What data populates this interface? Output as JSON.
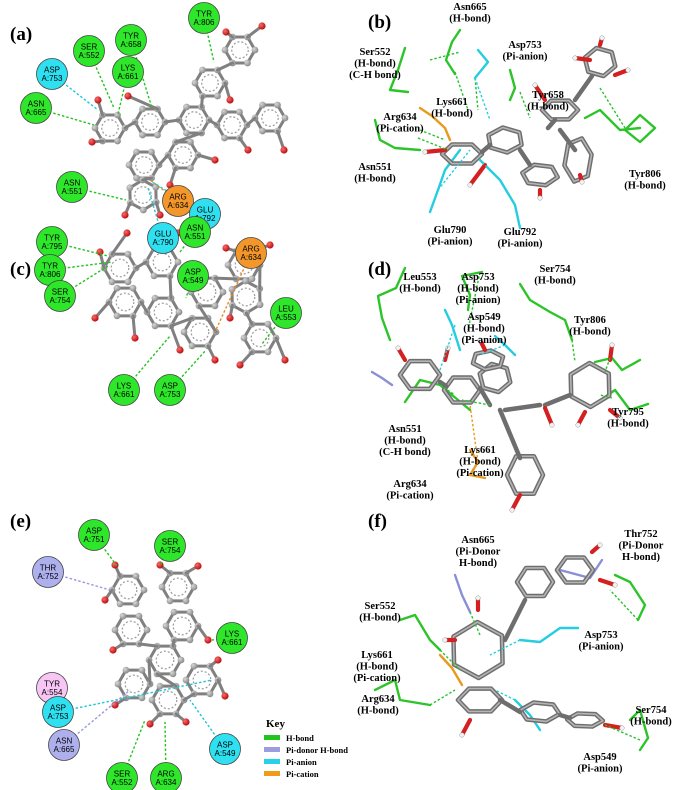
{
  "panels": {
    "a": {
      "label": "(a)",
      "residues": [
        {
          "name": "TYR",
          "id": "A:806",
          "type": "h-bond"
        },
        {
          "name": "SER",
          "id": "A:552",
          "type": "h-bond"
        },
        {
          "name": "TYR",
          "id": "A:658",
          "type": "h-bond"
        },
        {
          "name": "ASP",
          "id": "A:753",
          "type": "pi-anion"
        },
        {
          "name": "LYS",
          "id": "A:661",
          "type": "h-bond"
        },
        {
          "name": "ASN",
          "id": "A:665",
          "type": "h-bond"
        },
        {
          "name": "ASN",
          "id": "A:551",
          "type": "h-bond"
        },
        {
          "name": "ARG",
          "id": "A:634",
          "type": "pi-cation"
        },
        {
          "name": "GLU",
          "id": "A:792",
          "type": "pi-anion"
        },
        {
          "name": "GLU",
          "id": "A:790",
          "type": "pi-anion"
        }
      ]
    },
    "b": {
      "label": "(b)",
      "labels": [
        [
          "Asn665",
          "(H-bond)"
        ],
        [
          "Ser552",
          "(H-bond)",
          "(C-H bond)"
        ],
        [
          "Asp753",
          "(Pi-anion)"
        ],
        [
          "Tyr658",
          "(H-bond)"
        ],
        [
          "Arg634",
          "(Pi-cation)"
        ],
        [
          "Lys661",
          "(H-bond)"
        ],
        [
          "Asn551",
          "(H-bond)"
        ],
        [
          "Tyr806",
          "(H-bond)"
        ],
        [
          "Glu790",
          "(Pi-anion)"
        ],
        [
          "Glu792",
          "(Pi-anion)"
        ]
      ]
    },
    "c": {
      "label": "(c)",
      "residues": [
        {
          "name": "ASN",
          "id": "A:551",
          "type": "h-bond"
        },
        {
          "name": "TYR",
          "id": "A:795",
          "type": "h-bond"
        },
        {
          "name": "ASP",
          "id": "A:549",
          "type": "h-bond"
        },
        {
          "name": "ARG",
          "id": "A:634",
          "type": "pi-cation"
        },
        {
          "name": "TYR",
          "id": "A:806",
          "type": "h-bond"
        },
        {
          "name": "LEU",
          "id": "A:553",
          "type": "h-bond"
        },
        {
          "name": "SER",
          "id": "A:754",
          "type": "h-bond"
        },
        {
          "name": "LYS",
          "id": "A:661",
          "type": "h-bond"
        },
        {
          "name": "ASP",
          "id": "A:753",
          "type": "h-bond"
        }
      ]
    },
    "d": {
      "label": "(d)",
      "labels": [
        [
          "Leu553",
          "(H-bond)"
        ],
        [
          "Asp753",
          "(H-bond)",
          "(Pi-anion)"
        ],
        [
          "Ser754",
          "(H-bond)"
        ],
        [
          "Asp549",
          "(H-bond)",
          "(Pi-anion)"
        ],
        [
          "Tyr806",
          "(H-bond)"
        ],
        [
          "Tyr795",
          "(H-bond)"
        ],
        [
          "Asn551",
          "(H-bond)",
          "(C-H bond)"
        ],
        [
          "Lys661",
          "(H-bond)",
          "(Pi-cation)"
        ],
        [
          "Arg634",
          "(Pi-cation)"
        ]
      ]
    },
    "e": {
      "label": "(e)",
      "residues": [
        {
          "name": "ASP",
          "id": "A:751",
          "type": "h-bond"
        },
        {
          "name": "SER",
          "id": "A:754",
          "type": "h-bond"
        },
        {
          "name": "THR",
          "id": "A:752",
          "type": "pi-donor"
        },
        {
          "name": "TYR",
          "id": "A:554",
          "type": "other"
        },
        {
          "name": "LYS",
          "id": "A:661",
          "type": "h-bond"
        },
        {
          "name": "ASP",
          "id": "A:753",
          "type": "pi-anion"
        },
        {
          "name": "ASN",
          "id": "A:665",
          "type": "pi-donor"
        },
        {
          "name": "ASP",
          "id": "A:549",
          "type": "pi-anion"
        },
        {
          "name": "SER",
          "id": "A:552",
          "type": "h-bond"
        },
        {
          "name": "ARG",
          "id": "A:634",
          "type": "h-bond"
        }
      ]
    },
    "f": {
      "label": "(f)",
      "labels": [
        [
          "Asn665",
          "(Pi-Donor",
          "H-bond)"
        ],
        [
          "Thr752",
          "(Pi-Donor",
          "H-bond)"
        ],
        [
          "Ser552",
          "(H-bond)"
        ],
        [
          "Lys661",
          "(H-bond)",
          "(Pi-cation)"
        ],
        [
          "Asp753",
          "(Pi-anion)"
        ],
        [
          "Arg634",
          "(H-bond)"
        ],
        [
          "Ser754",
          "(H-bond)"
        ],
        [
          "Asp549",
          "(Pi-anion)"
        ]
      ]
    }
  },
  "key": {
    "title": "Key",
    "items": [
      {
        "label": "H-bond",
        "color": "#22c41f"
      },
      {
        "label": "Pi-donor H-bond",
        "color": "#9b9de0"
      },
      {
        "label": "Pi-anion",
        "color": "#25d2e8"
      },
      {
        "label": "Pi-cation",
        "color": "#f09a1e"
      }
    ]
  },
  "colors": {
    "h-bond": "#2ee62a",
    "pi-anion": "#2ee0f0",
    "pi-cation": "#f4972a",
    "pi-donor": "#aeb0ee",
    "other": "#f7c6f4",
    "stick": "#808080",
    "oxygen": "#d42020"
  }
}
